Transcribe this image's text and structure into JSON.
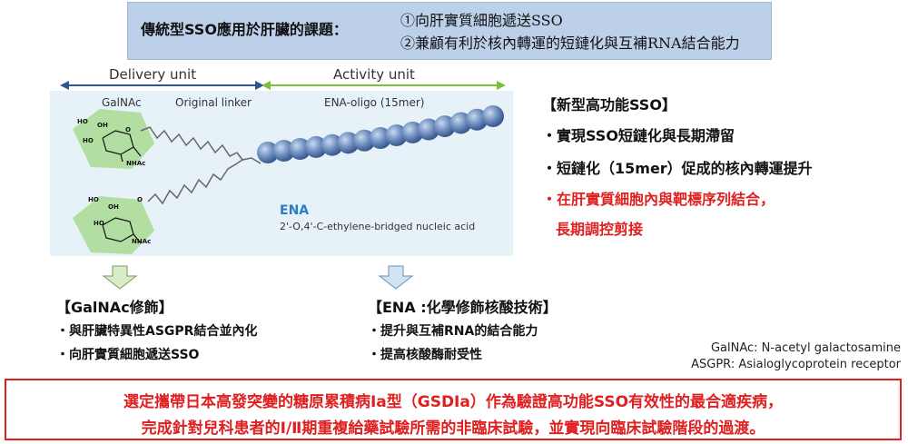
{
  "issues": {
    "title": "傳統型SSO應用於肝臟的課題：",
    "items": [
      "①向肝實質細胞遞送SSO",
      "②兼顧有利於核內轉運的短鏈化與互補RNA結合能力"
    ]
  },
  "diagram": {
    "delivery_unit": "Delivery unit",
    "activity_unit": "Activity unit",
    "galnac_label": "GalNAc",
    "linker_label": "Original linker",
    "oligo_label": "ENA-oligo (15mer)",
    "ena_title": "ENA",
    "ena_full": "2'-O,4'-C-ethylene-bridged nucleic acid",
    "ena_bead_count": 15,
    "colors": {
      "arrow_blue": "#2f5597",
      "arrow_green": "#7cbf3a",
      "bead": "#6f8fc0",
      "hexagon": "#b3dea2",
      "panel": "#e6f2f8"
    }
  },
  "new_sso": {
    "title": "【新型高功能SSO】",
    "items": [
      {
        "text": "・實現SSO短鏈化與長期滯留",
        "highlight": false
      },
      {
        "text": "・短鏈化（15mer）促成的核內轉運提升",
        "highlight": false
      },
      {
        "text": "・在肝實質細胞內與靶標序列結合，",
        "highlight": true
      },
      {
        "text": "長期調控剪接",
        "highlight": true
      }
    ]
  },
  "galnac_mod": {
    "title": "【GalNAc修飾】",
    "items": [
      "・與肝臟特異性ASGPR結合並內化",
      "・向肝實質細胞遞送SSO"
    ]
  },
  "ena_tech": {
    "title": "【ENA :化學修飾核酸技術】",
    "items": [
      "・提升與互補RNA的結合能力",
      "・提高核酸酶耐受性"
    ]
  },
  "glossary": {
    "galnac": "GalNAc: N-acetyl galactosamine",
    "asgpr": "ASGPR: Asialoglycoprotein receptor"
  },
  "conclusion": {
    "line1": "選定攜帶日本高發突變的糖原累積病Ia型（GSDIa）作為驗證高功能SSO有效性的最合適疾病，",
    "line2": "完成針對兒科患者的Ⅰ/Ⅱ期重複給藥試驗所需的非臨床試驗，並實現向臨床試驗階段的過渡。"
  }
}
